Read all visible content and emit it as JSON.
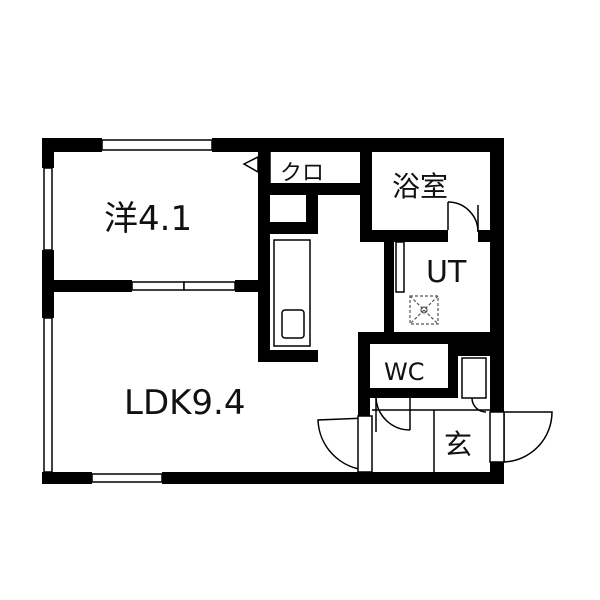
{
  "floorplan": {
    "rooms": {
      "western_room": "洋4.1",
      "ldk": "LDK9.4",
      "closet": "クロ",
      "bathroom": "浴室",
      "unit_toilet": "UT",
      "wc": "WC",
      "entrance": "玄"
    },
    "colors": {
      "wall": "#000000",
      "background": "#ffffff",
      "line": "#333333"
    }
  }
}
